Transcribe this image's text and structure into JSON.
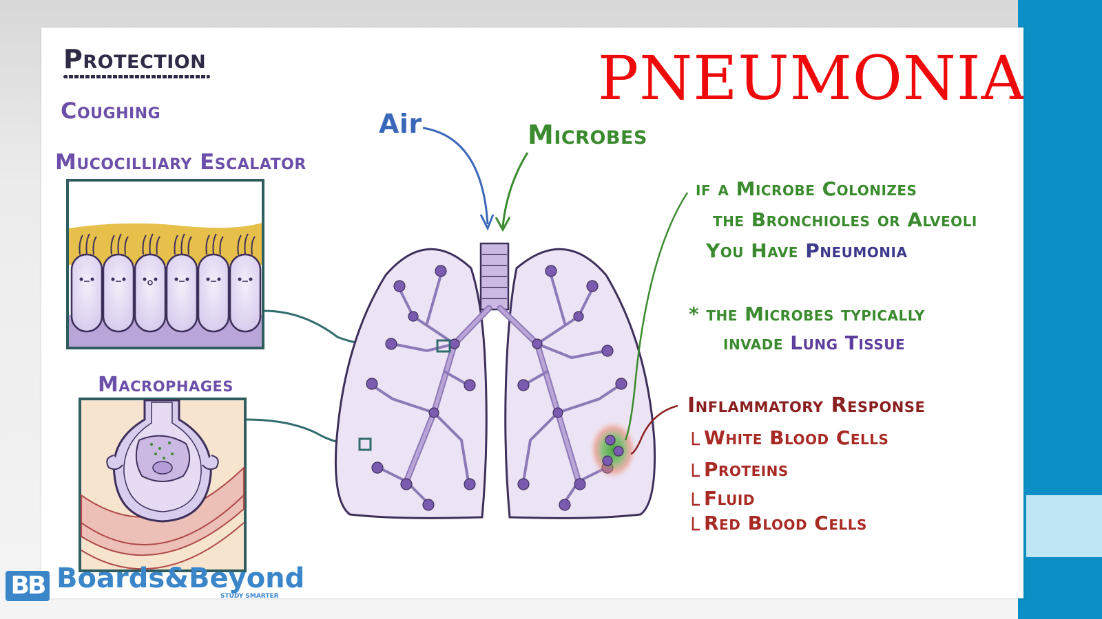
{
  "title": "PNEUMONIA",
  "left_panel": {
    "heading": "Protection",
    "coughing": "Coughing",
    "escalator_label": "Mucocilliary Escalator",
    "macrophages_label": "Macrophages"
  },
  "arrows": {
    "air": "Air",
    "microbes": "Microbes"
  },
  "notes": {
    "colonize_line1": "if a Microbe Colonizes",
    "colonize_line2": "the Bronchioles or Alveoli",
    "colonize_line3a": "You Have ",
    "colonize_line3b": "Pneumonia",
    "invade_line1": "* the Microbes typically",
    "invade_line2a": "invade ",
    "invade_line2b": "Lung Tissue"
  },
  "inflammatory": {
    "heading": "Inflammatory Response",
    "items": [
      "White Blood Cells",
      "Proteins",
      "Fluid",
      "Red Blood Cells"
    ]
  },
  "logo": {
    "mark": "BB",
    "name": "Boards&Beyond",
    "tagline": "STUDY SMARTER"
  },
  "colors": {
    "title_red": "#ee0a0a",
    "purple": "#6b4fa8",
    "green": "#3a8a2e",
    "blue": "#3a68b8",
    "dark_red": "#8a1f1f",
    "lung_fill": "#ece4f4",
    "band_blue": "#0b8fc4"
  }
}
